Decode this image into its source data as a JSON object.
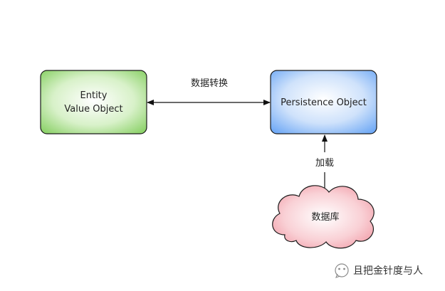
{
  "diagram": {
    "entity_box": {
      "line1": "Entity",
      "line2": "Value Object",
      "color": "#8fd16d"
    },
    "persistence_box": {
      "label": "Persistence Object",
      "color": "#6ea8f5"
    },
    "edge_conversion": {
      "label": "数据转换"
    },
    "edge_load": {
      "label": "加载"
    },
    "database_cloud": {
      "label": "数据库",
      "color": "#f4a3ad"
    }
  },
  "watermark": {
    "icon": "wechat-icon",
    "label": "且把金针度与人"
  }
}
